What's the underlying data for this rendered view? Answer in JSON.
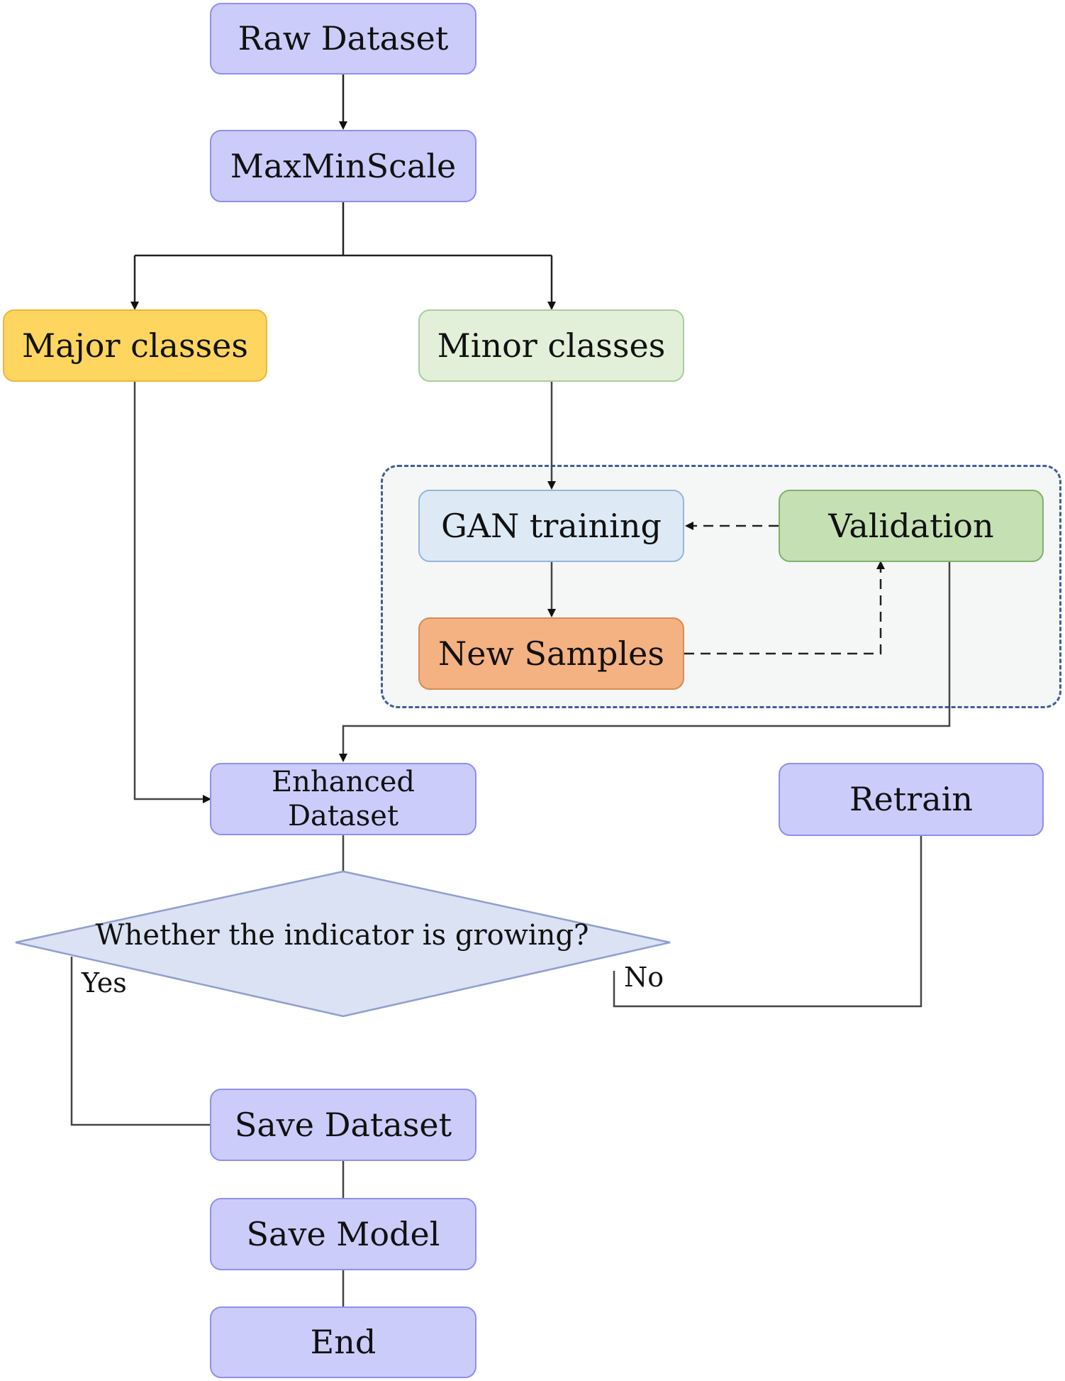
{
  "diagram": {
    "nodes": {
      "raw_dataset": "Raw Dataset",
      "maxminscale": "MaxMinScale",
      "major_classes": "Major classes",
      "minor_classes": "Minor classes",
      "gan_training": "GAN training",
      "validation": "Validation",
      "new_samples": "New Samples",
      "enhanced_dataset": "Enhanced Dataset",
      "retrain": "Retrain",
      "decision": "Whether the indicator is growing?",
      "save_dataset": "Save Dataset",
      "save_model": "Save Model",
      "end": "End"
    },
    "edge_labels": {
      "yes": "Yes",
      "no": "No"
    },
    "colors": {
      "process": "#ccccfa",
      "major": "#fdd55f",
      "minor": "#e2efd9",
      "gan": "#ddeaf6",
      "validation": "#c5e0b3",
      "new_samples": "#f4b182",
      "decision": "#dae2f3",
      "group_border": "#3f5e9a"
    }
  }
}
